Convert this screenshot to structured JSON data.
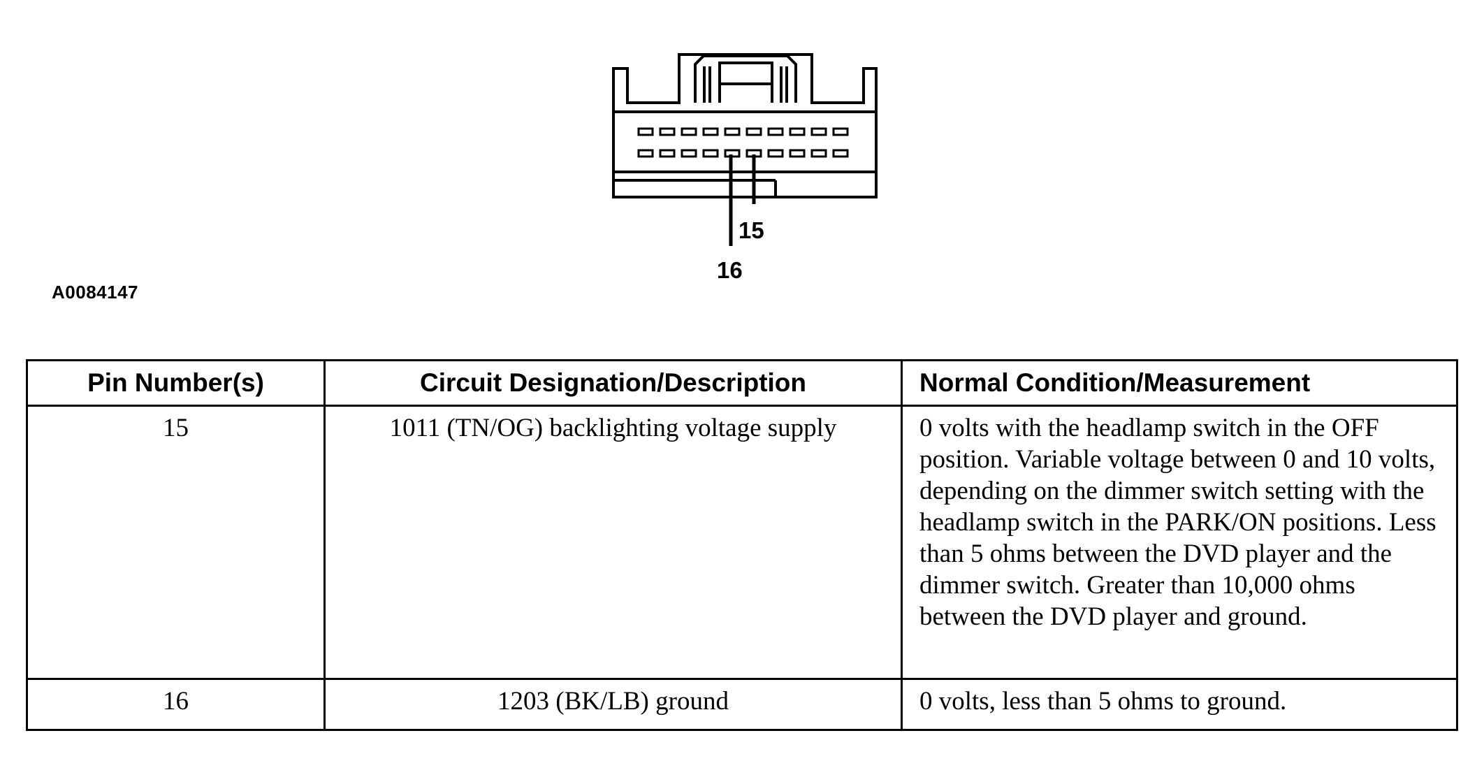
{
  "figure": {
    "id": "A0084147",
    "pin_labels": [
      "15",
      "16"
    ]
  },
  "table": {
    "headers": [
      "Pin Number(s)",
      "Circuit Designation/Description",
      "Normal Condition/Measurement"
    ],
    "rows": [
      {
        "pin": "15",
        "circuit": "1011 (TN/OG) backlighting voltage supply",
        "measurement": "0 volts with the headlamp switch in the OFF position. Variable voltage between 0 and 10 volts, depending on the dimmer switch setting with the headlamp switch in the PARK/ON positions. Less than 5 ohms between the DVD player and the dimmer switch. Greater than 10,000 ohms between the DVD player and ground."
      },
      {
        "pin": "16",
        "circuit": "1203 (BK/LB) ground",
        "measurement": "0 volts, less than 5 ohms to ground."
      }
    ]
  }
}
